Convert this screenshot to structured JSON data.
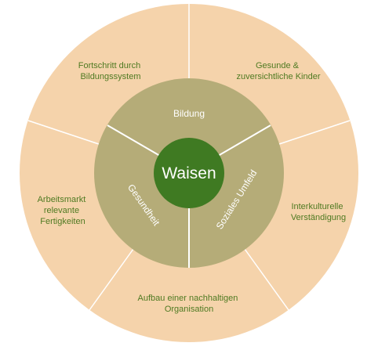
{
  "colors": {
    "outer_fill": "#f5d3ab",
    "inner_fill": "#b5ac78",
    "center_fill": "#3f7a22",
    "outer_text": "#4f7a22",
    "inner_text": "#ffffff",
    "center_text": "#ffffff",
    "divider": "#ffffff"
  },
  "center": {
    "label": "Waisen"
  },
  "inner_ring": [
    {
      "label": "Bildung"
    },
    {
      "label": "Soziales Umfeld"
    },
    {
      "label": "Gesundheit"
    }
  ],
  "outer_ring": [
    {
      "lines": [
        "Fortschritt durch",
        "Bildungssystem"
      ]
    },
    {
      "lines": [
        "Gesunde &",
        "zuversichtliche Kinder"
      ]
    },
    {
      "lines": [
        "Interkulturelle",
        "Verständigung"
      ]
    },
    {
      "lines": [
        "Aufbau einer nachhaltigen",
        "Organisation"
      ]
    },
    {
      "lines": [
        "Arbeitsmarkt",
        "relevante",
        "Fertigkeiten"
      ]
    }
  ]
}
